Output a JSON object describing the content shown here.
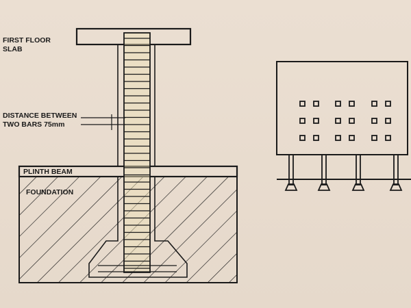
{
  "labels": {
    "first_floor_slab": [
      "FIRST FLOOR",
      "SLAB"
    ],
    "distance_between_bars": [
      "DISTANCE BETWEEN",
      "TWO BARS 75mm"
    ],
    "plinth_beam": "PLINTH BEAM",
    "foundation": "FOUNDATION"
  },
  "colors": {
    "ink": "#1a1a1a",
    "paper": "#e9ddd0",
    "rebar": "#c9b56a"
  }
}
